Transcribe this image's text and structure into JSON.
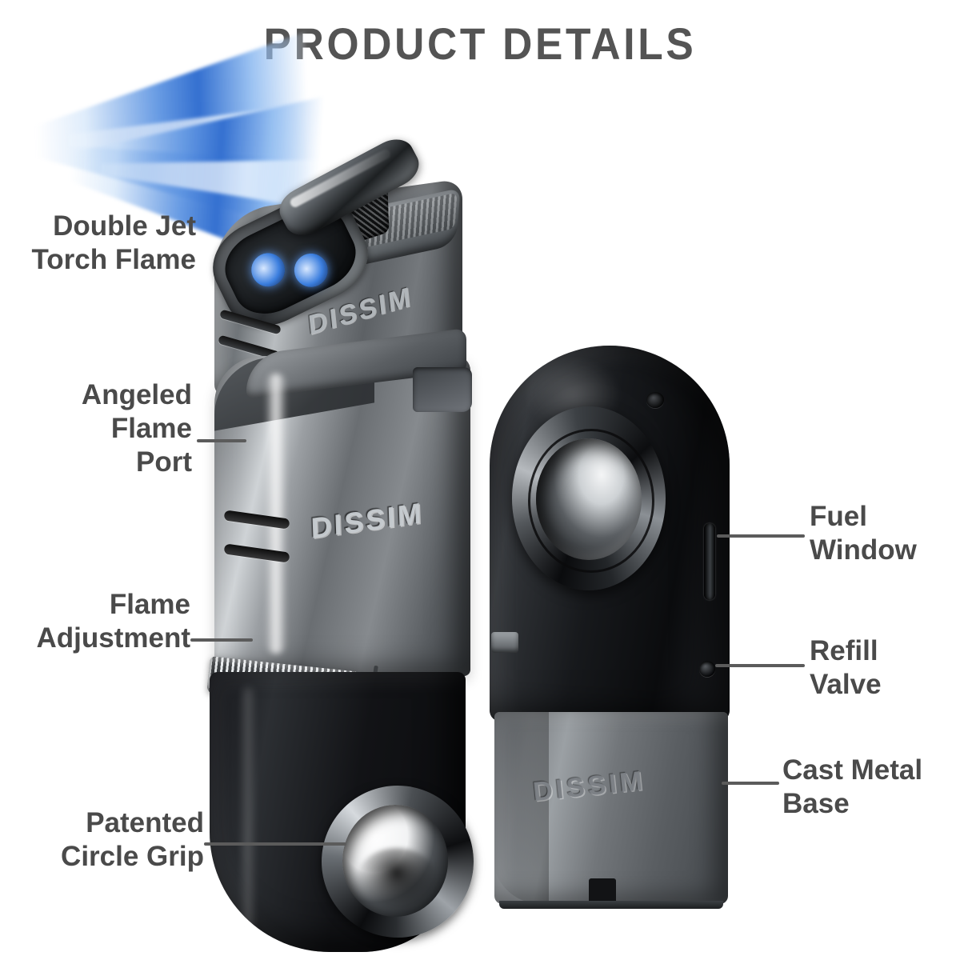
{
  "header": {
    "title": "PRODUCT DETAILS"
  },
  "theme": {
    "background": "#ffffff",
    "title_color": "#545454",
    "label_color": "#4a4a4a",
    "leader_line_color": "#5b5b5b",
    "flame_color": "#3470d0",
    "gunmetal": "#6f7478",
    "matte_black": "#15161a"
  },
  "product": {
    "brand": "DISSIM",
    "brand_embossing": [
      "DISSIM",
      "DISSIM",
      "DISSIM"
    ],
    "views": [
      {
        "name": "front-view-lit",
        "description": "Inverted torch lighter, lid open, double jet flame ignited"
      },
      {
        "name": "back-view",
        "description": "Inverted torch lighter, rear side showing fuel window and refill valve"
      }
    ]
  },
  "callouts": {
    "left": [
      {
        "id": "double-jet-torch-flame",
        "lines": [
          "Double Jet",
          "Torch Flame"
        ],
        "align": "right"
      },
      {
        "id": "angeled-flame-port",
        "lines": [
          "Angeled",
          "Flame",
          "Port"
        ],
        "align": "right"
      },
      {
        "id": "flame-adjustment",
        "lines": [
          "Flame",
          "Adjustment"
        ],
        "align": "right"
      },
      {
        "id": "patented-circle-grip",
        "lines": [
          "Patented",
          "Circle Grip"
        ],
        "align": "right"
      }
    ],
    "right": [
      {
        "id": "fuel-window",
        "lines": [
          "Fuel",
          "Window"
        ],
        "align": "left"
      },
      {
        "id": "refill-valve",
        "lines": [
          "Refill",
          "Valve"
        ],
        "align": "left"
      },
      {
        "id": "cast-metal-base",
        "lines": [
          "Cast Metal",
          "Base"
        ],
        "align": "left"
      }
    ]
  },
  "labels": {
    "double_jet": "Double Jet\nTorch Flame",
    "angled_port": "Angeled\nFlame\nPort",
    "flame_adjustment": "Flame\nAdjustment",
    "circle_grip": "Patented\nCircle Grip",
    "fuel_window": "Fuel\nWindow",
    "refill_valve": "Refill\nValve",
    "cast_metal_base": "Cast Metal\nBase"
  },
  "markings": {
    "flame_adjust_increase": "+"
  }
}
